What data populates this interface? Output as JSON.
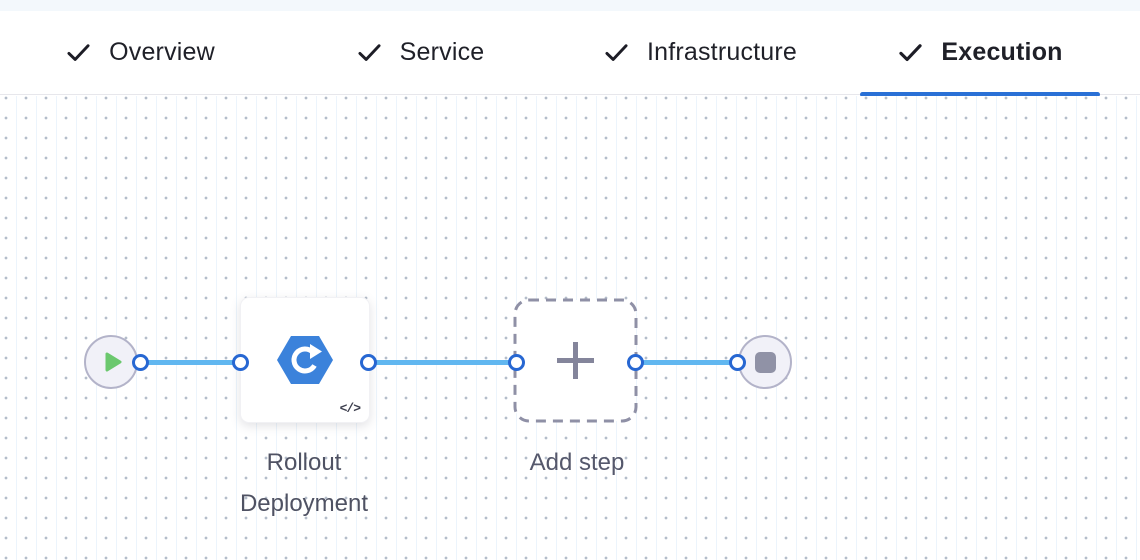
{
  "tabs": {
    "items": [
      {
        "label": "Overview",
        "completed": true,
        "active": false
      },
      {
        "label": "Service",
        "completed": true,
        "active": false
      },
      {
        "label": "Infrastructure",
        "completed": true,
        "active": false
      },
      {
        "label": "Execution",
        "completed": true,
        "active": true
      }
    ]
  },
  "canvas": {
    "start_node": {
      "icon": "play-icon"
    },
    "step": {
      "label": "Rollout Deployment",
      "icon": "rollout-deployment-hexagon-icon",
      "code_badge": "</>"
    },
    "add_step": {
      "label": "Add step",
      "icon": "plus-icon"
    },
    "end_node": {
      "icon": "stop-icon"
    }
  },
  "colors": {
    "accent_blue": "#2970d6",
    "edge_blue": "#61b7f0",
    "port_blue": "#2767d2",
    "play_green": "#6bc86e",
    "stop_gray": "#9092a6",
    "hexagon_blue": "#3b82db",
    "tab_text": "#1f2028",
    "label_text": "#4f5263"
  }
}
